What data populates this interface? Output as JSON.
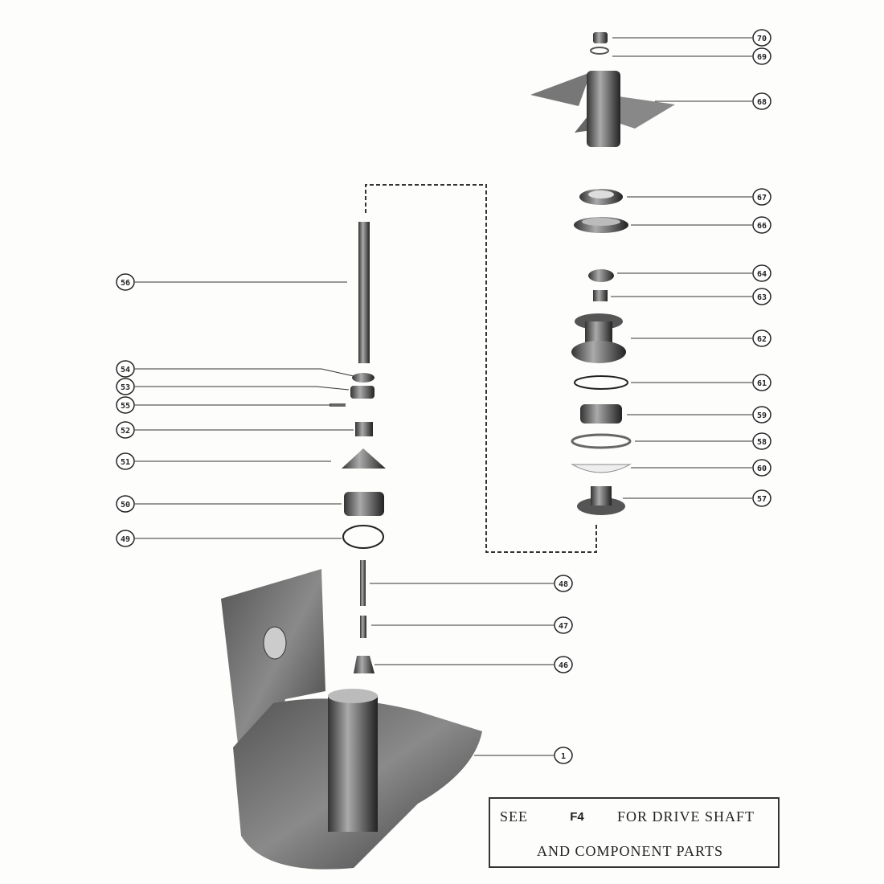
{
  "diagram": {
    "callouts": {
      "right": [
        "70",
        "69",
        "68",
        "67",
        "66",
        "64",
        "63",
        "62",
        "61",
        "59",
        "58",
        "60",
        "57"
      ],
      "middle": [
        "48",
        "47",
        "46",
        "1"
      ],
      "left": [
        "56",
        "54",
        "53",
        "55",
        "52",
        "51",
        "50",
        "49"
      ]
    },
    "note": {
      "see": "SEE",
      "reference": "F4",
      "for_text": "FOR DRIVE SHAFT",
      "line2": "AND COMPONENT PARTS"
    }
  }
}
